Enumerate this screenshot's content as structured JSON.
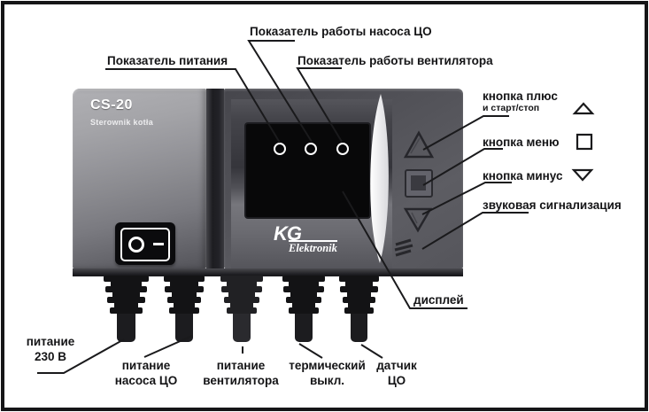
{
  "device": {
    "model": "CS-20",
    "model_subtitle": "Sterownik kotła",
    "logo_main": "KG",
    "logo_sub": "Elektronik",
    "switch_off_symbol": "O",
    "switch_on_symbol": "–"
  },
  "callouts": {
    "top": {
      "pump_indicator": "Показатель работы насоса ЦО",
      "power_indicator": "Показатель питания",
      "fan_indicator": "Показатель работы вентилятора"
    },
    "right": {
      "plus_button": "кнопка плюс",
      "plus_button_sub": "и старт/стоп",
      "menu_button": "кнопка меню",
      "minus_button": "кнопка минус",
      "sound_alarm": "звуковая сигнализация"
    },
    "bottom": {
      "display": "дисплей",
      "power": {
        "line1": "питание",
        "line2": "230 В"
      },
      "pump": {
        "line1": "питание",
        "line2": "насоса ЦО"
      },
      "fan": {
        "line1": "питание",
        "line2": "вентилятора"
      },
      "thermal": {
        "line1": "термический",
        "line2": "выкл."
      },
      "sensor": {
        "line1": "датчик",
        "line2": "ЦО"
      }
    }
  },
  "icons": {
    "plus": "triangle-up-outline",
    "menu": "square-outline",
    "minus": "triangle-down-outline"
  },
  "colors": {
    "line": "#1a1a1c",
    "panel_light": "#a6a6aa",
    "panel_dark": "#55555b",
    "display": "#080809",
    "led_ring": "#ffffff"
  }
}
